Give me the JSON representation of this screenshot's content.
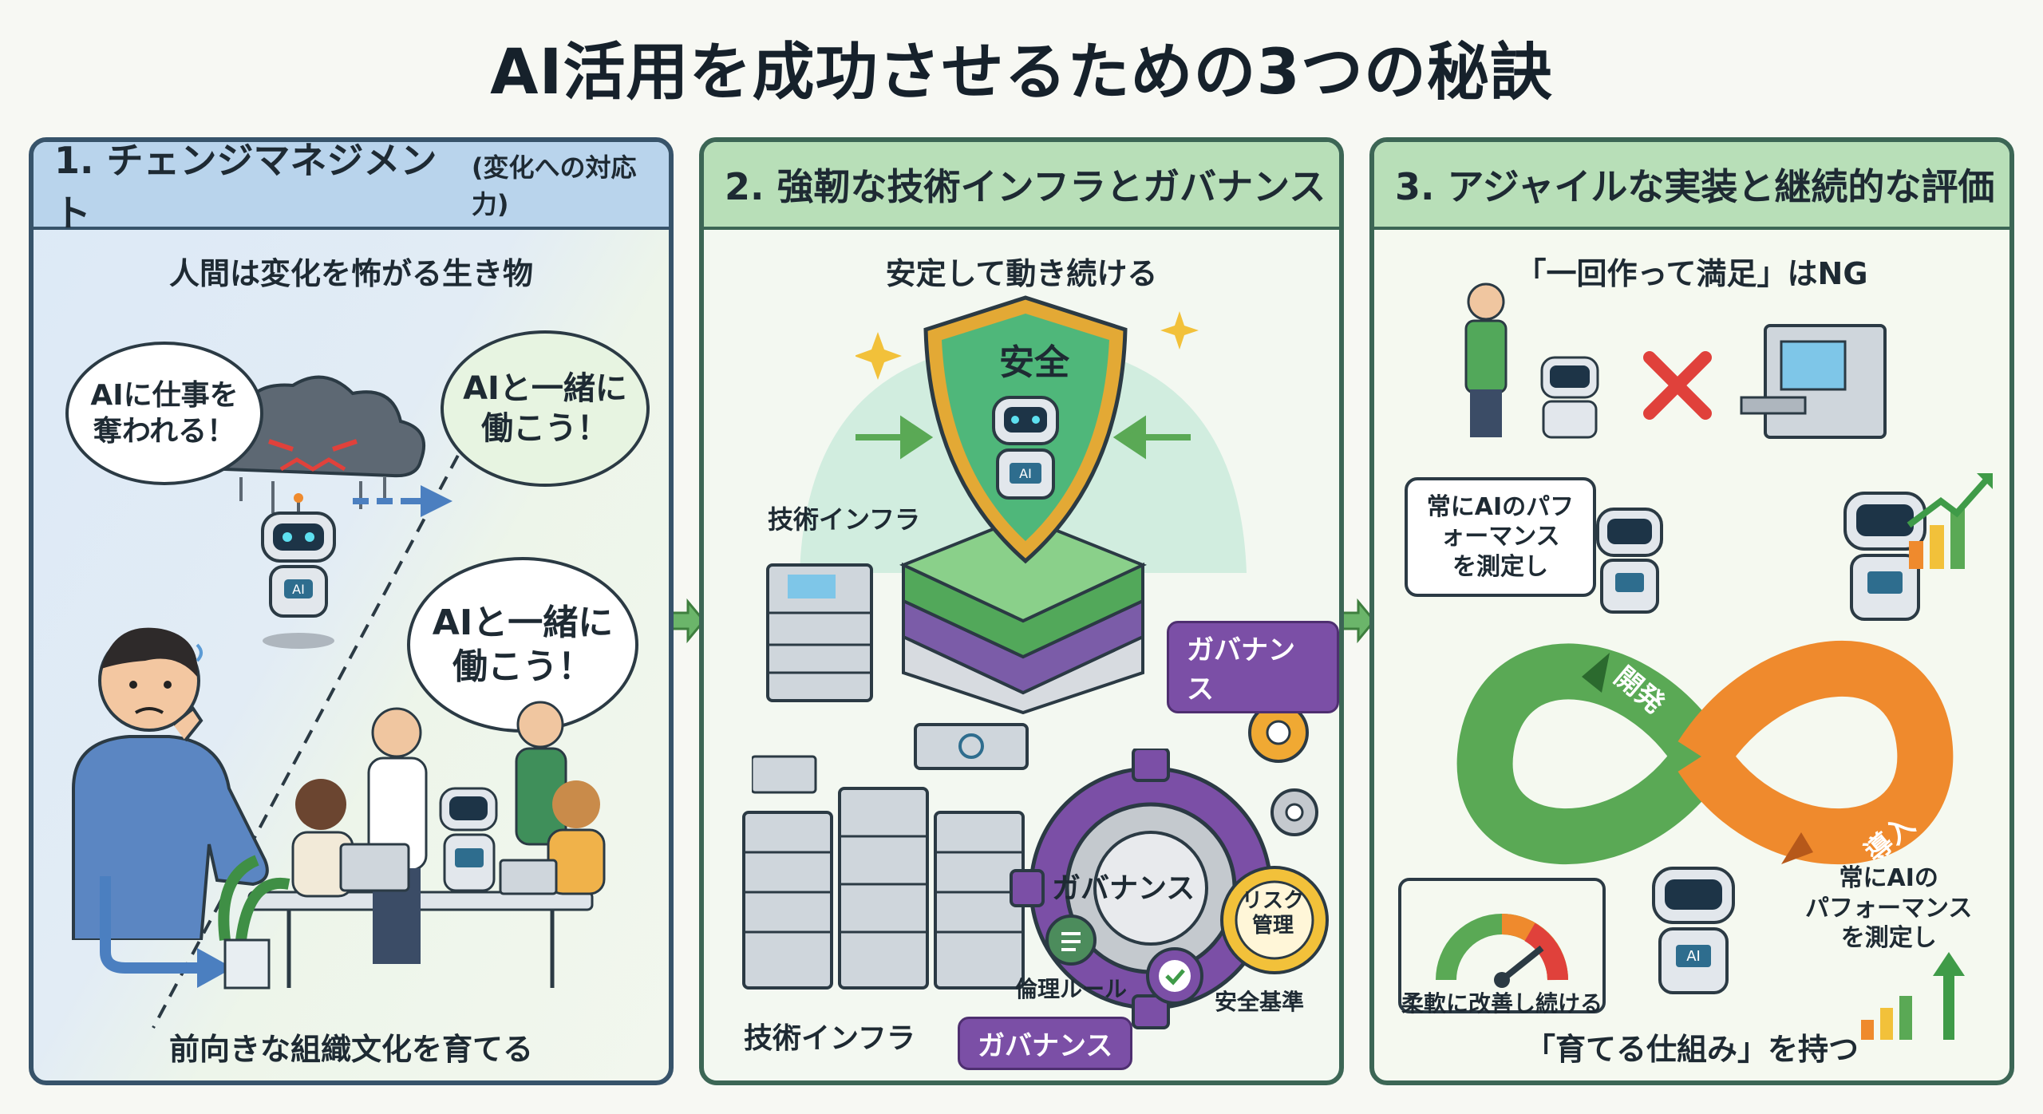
{
  "title": "AI活用を成功させるための3つの秘訣",
  "panel1": {
    "heading": "1. チェンジマネジメント",
    "heading_note": "(変化への対応力)",
    "subtitle": "人間は変化を怖がる生き物",
    "bubble_fear": "AIに仕事を\n奪われる！",
    "bubble_together_top": "AIと一緒に\n働こう！",
    "bubble_together_mid": "AIと一緒に\n働こう！",
    "robot_badge": "AI",
    "footer": "前向きな組織文化を育てる"
  },
  "panel2": {
    "heading": "2. 強靭な技術インフラとガバナンス",
    "subtitle": "安定して動き続ける",
    "shield_label": "安全",
    "robot_badge": "AI",
    "label_infra_top": "技術インフラ",
    "label_infra_bottom": "技術インフラ",
    "tag_governance_right": "ガバナンス",
    "gear_label": "ガバナンス",
    "label_risk": "リスク\n管理",
    "label_rules": "倫理ルール",
    "label_safety": "安全基準",
    "tag_governance_bottom": "ガバナンス"
  },
  "panel3": {
    "heading": "3. アジャイルな実装と継続的な評価",
    "subtitle": "「一回作って満足」はNG",
    "bubble_measure_top": "常にAIのパフ\nォーマンス\nを測定し",
    "loop_dev": "開発",
    "loop_deploy": "導入",
    "label_measure_right": "常にAIの\nパフォーマンス\nを測定し",
    "label_improve": "柔軟に改善し続ける",
    "robot_badge": "AI",
    "footer": "「育てる仕組み」を持つ"
  },
  "colors": {
    "panel_border": "#37536a",
    "green": "#5aa955",
    "orange": "#ef8a2d",
    "purple": "#7b4fa6",
    "shield_gold": "#e3a935",
    "cross_red": "#e0413b"
  }
}
